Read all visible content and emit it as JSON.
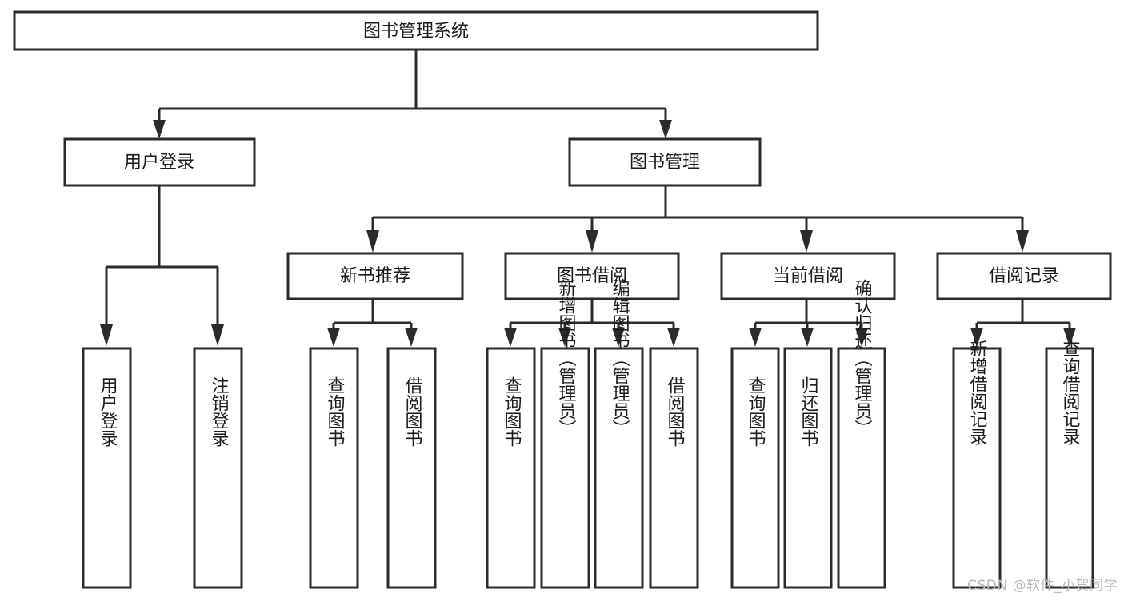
{
  "diagram": {
    "title": "图书管理系统",
    "type": "功能结构图",
    "colors": {
      "box_fill": "#ffffff",
      "box_stroke": "#2b2b2b",
      "connector": "#2b2b2b",
      "text": "#1b1b1b",
      "background": "#ffffff",
      "watermark": "#b9b9b9"
    },
    "root": {
      "label": "图书管理系统"
    },
    "level2": [
      {
        "label": "用户登录"
      },
      {
        "label": "图书管理"
      }
    ],
    "level3": [
      {
        "label": "新书推荐"
      },
      {
        "label": "图书借阅"
      },
      {
        "label": "当前借阅"
      },
      {
        "label": "借阅记录"
      }
    ],
    "leaves": {
      "用户登录": [
        {
          "label": "用户登录"
        },
        {
          "label": "注销登录"
        }
      ],
      "新书推荐": [
        {
          "label": "查询图书"
        },
        {
          "label": "借阅图书"
        }
      ],
      "图书借阅": [
        {
          "label": "查询图书"
        },
        {
          "label": "新增图书（管理员）"
        },
        {
          "label": "编辑图书（管理员）"
        },
        {
          "label": "借阅图书"
        }
      ],
      "当前借阅": [
        {
          "label": "查询图书"
        },
        {
          "label": "归还图书"
        },
        {
          "label": "确认归还（管理员）"
        }
      ],
      "借阅记录": [
        {
          "label": "新增借阅记录"
        },
        {
          "label": "查询借阅记录"
        }
      ]
    }
  },
  "watermark": {
    "text": "CSDN @软件_小贺同学"
  }
}
